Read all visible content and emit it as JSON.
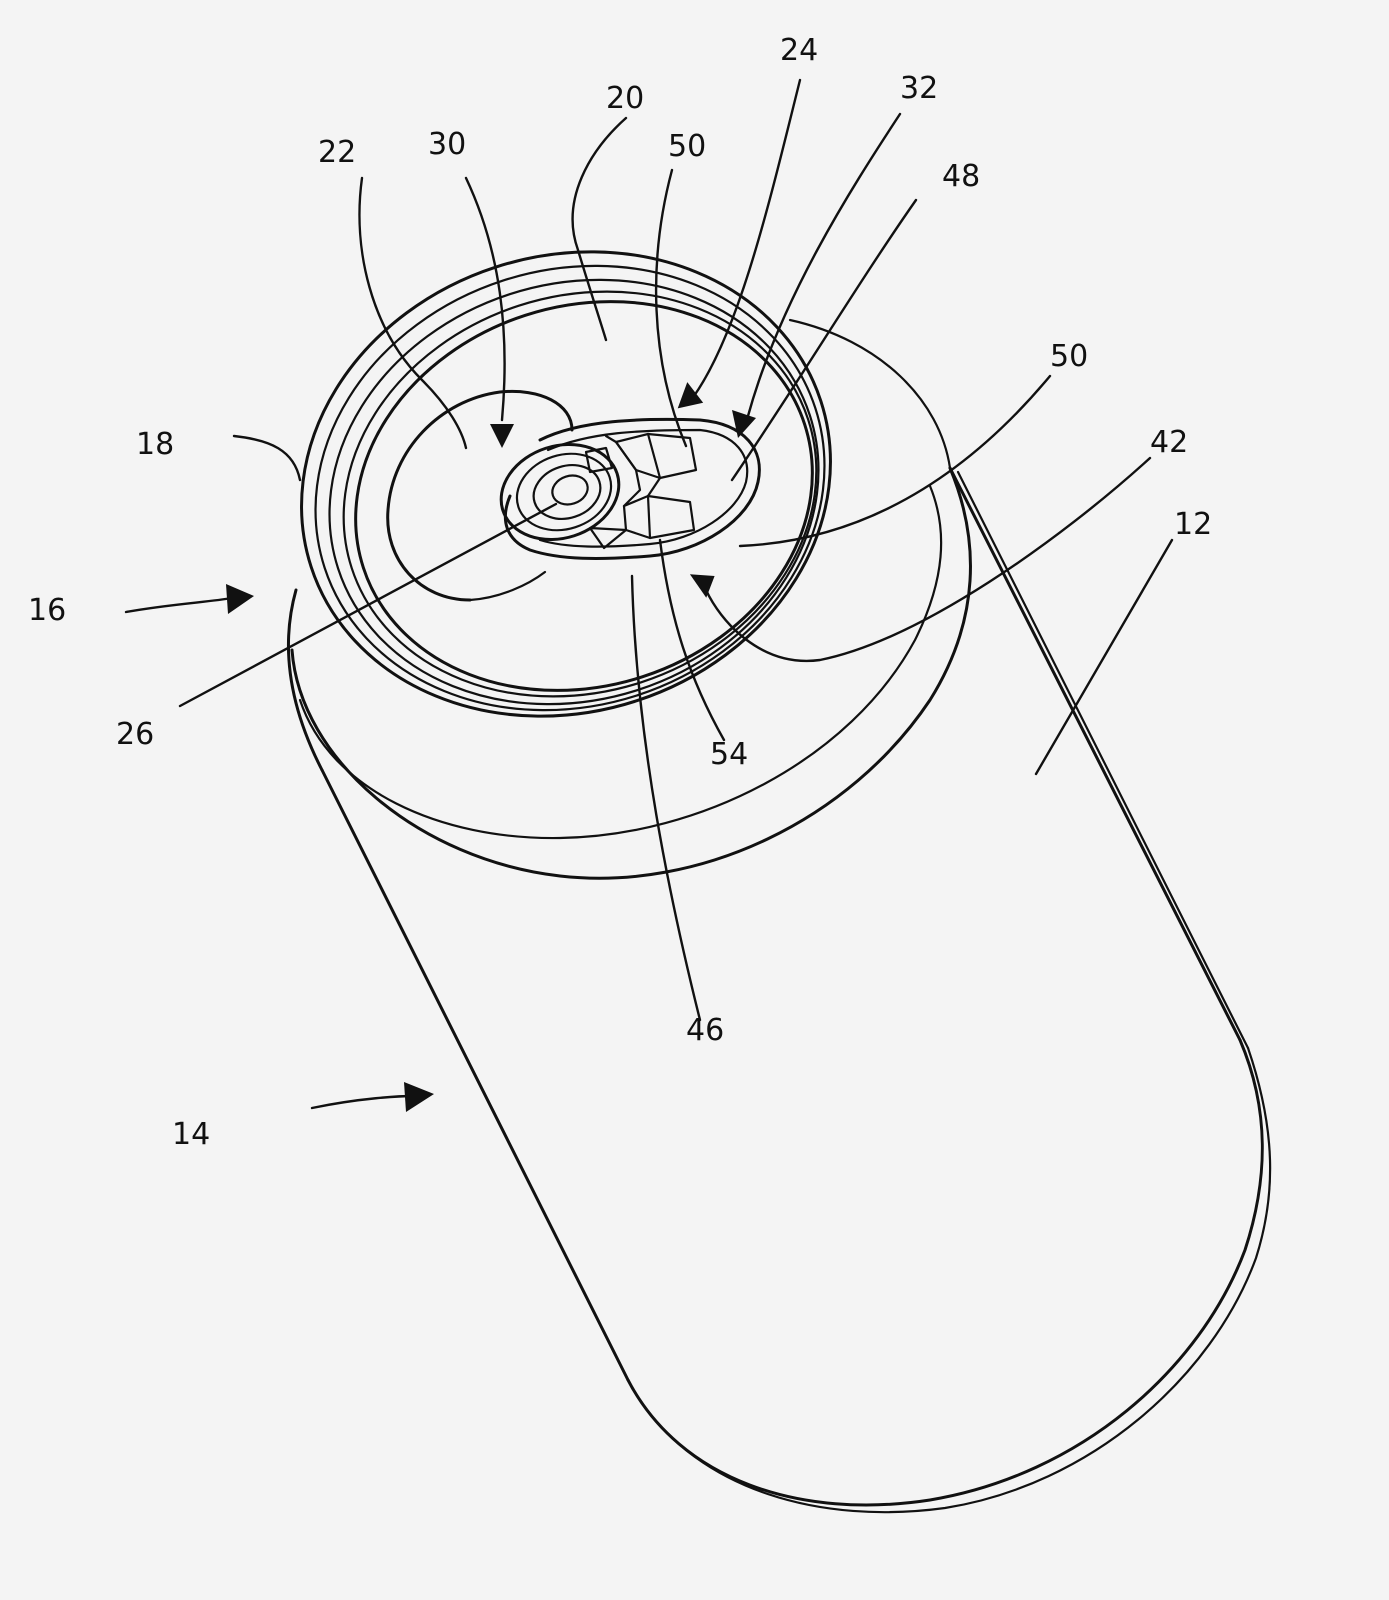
{
  "reference_numerals": {
    "n12": "12",
    "n14": "14",
    "n16": "16",
    "n18": "18",
    "n20": "20",
    "n22": "22",
    "n24": "24",
    "n26": "26",
    "n30": "30",
    "n32": "32",
    "n42": "42",
    "n46": "46",
    "n48": "48",
    "n50a": "50",
    "n50b": "50",
    "n54": "54"
  }
}
